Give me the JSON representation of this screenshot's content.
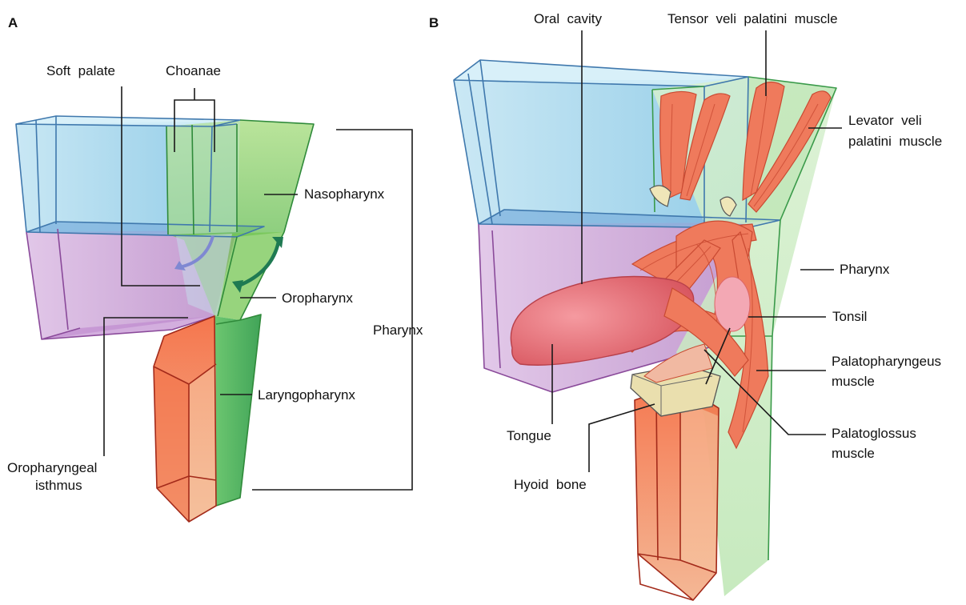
{
  "colors": {
    "oral_cavity_blue": "#9ed4ea",
    "oral_cavity_purple": "#cfa3d9",
    "nasopharynx_green": "#8fd06a",
    "pharynx_green": "#3fb04e",
    "larynx_red": "#ee5a3a",
    "muscle": "#ef7a5c",
    "tongue": "#e9787f",
    "arrow_blue": "#7f88d2",
    "arrow_green": "#1f7a52"
  },
  "panel_a": {
    "letter": "A",
    "labels": {
      "soft_palate": "Soft  palate",
      "choanae": "Choanae",
      "nasopharynx": "Nasopharynx",
      "oropharynx": "Oropharynx",
      "pharynx": "Pharynx",
      "laryngopharynx": "Laryngopharynx",
      "oropharyngeal_isthmus_line1": "Oropharyngeal",
      "oropharyngeal_isthmus_line2": "isthmus"
    }
  },
  "panel_b": {
    "letter": "B",
    "labels": {
      "oral_cavity": "Oral  cavity",
      "tensor_veli_palatini": "Tensor  veli  palatini  muscle",
      "levator_line1": "Levator  veli",
      "levator_line2": "palatini  muscle",
      "pharynx": "Pharynx",
      "tonsil": "Tonsil",
      "palatopharyngeus_line1": "Palatopharyngeus",
      "palatopharyngeus_line2": "muscle",
      "palatoglossus_line1": "Palatoglossus",
      "palatoglossus_line2": "muscle",
      "tongue": "Tongue",
      "hyoid_bone": "Hyoid  bone"
    }
  }
}
